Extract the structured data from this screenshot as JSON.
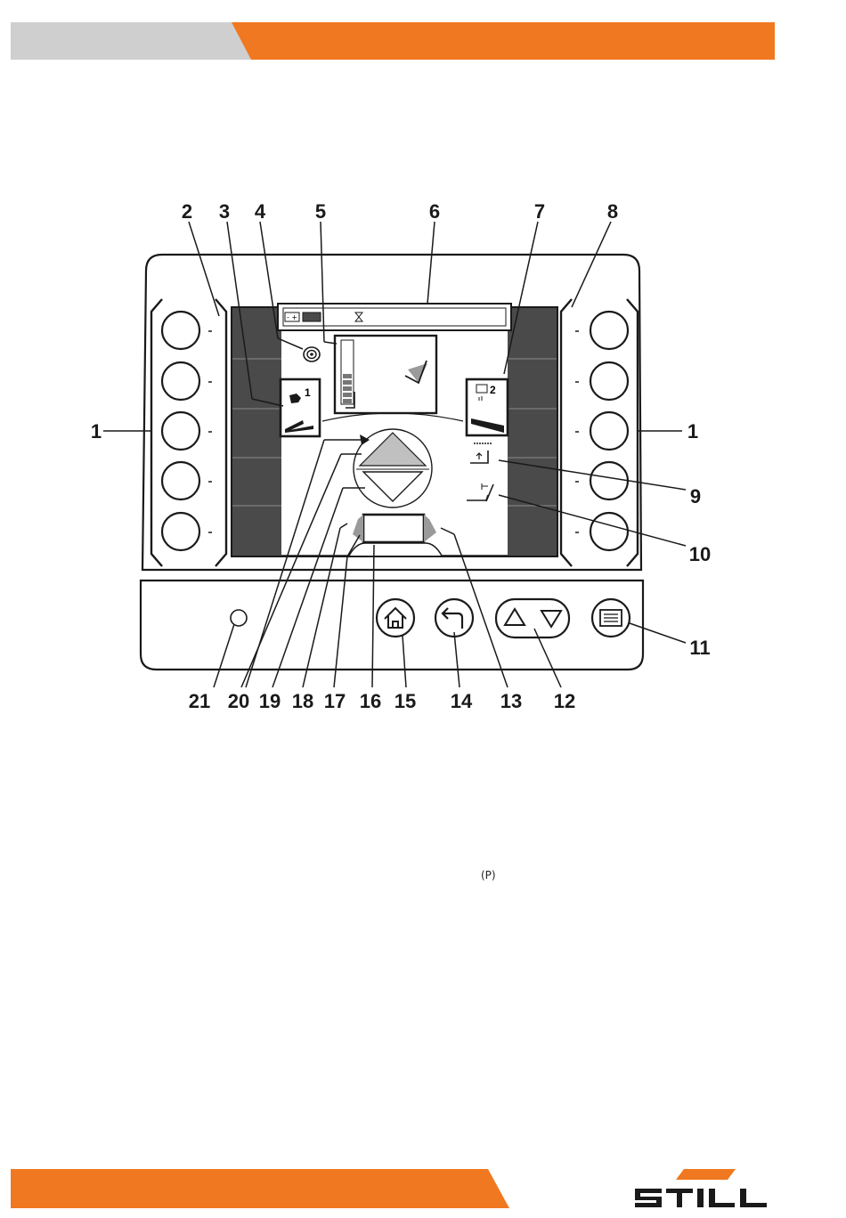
{
  "colors": {
    "accent": "#f07820",
    "header_gray": "#cfcfcf",
    "screen_dark": "#4a4a4a",
    "ink": "#1a1a1a"
  },
  "header": {
    "tab_label": ""
  },
  "footer": {
    "logo_text": "STILL"
  },
  "mark": {
    "text": "(P)"
  },
  "callouts": {
    "c1_left": "1",
    "c1_right": "1",
    "c2": "2",
    "c3": "3",
    "c4": "4",
    "c5": "5",
    "c6": "6",
    "c7": "7",
    "c8": "8",
    "c9": "9",
    "c10": "10",
    "c11": "11",
    "c12": "12",
    "c13": "13",
    "c14": "14",
    "c15": "15",
    "c16": "16",
    "c17": "17",
    "c18": "18",
    "c19": "19",
    "c20": "20",
    "c21": "21"
  },
  "screen": {
    "status_bar_icons": [
      "battery-icon",
      "battery-level-icon",
      "hourglass-icon"
    ],
    "drive_program": "1",
    "hydraulic_program": "2"
  },
  "icons": {
    "home": "home-icon",
    "back": "back-arrow-icon",
    "up": "triangle-up-icon",
    "down": "triangle-down-icon",
    "menu": "menu-icon",
    "light_sensor": "light-sensor-icon",
    "turtle_hare": "speed-program-icon",
    "spiral": "spiral-icon",
    "fork_tilt": "tilt-icon",
    "lift_icon": "lift-height-icon",
    "tilt_icon": "tilt-angle-icon"
  }
}
